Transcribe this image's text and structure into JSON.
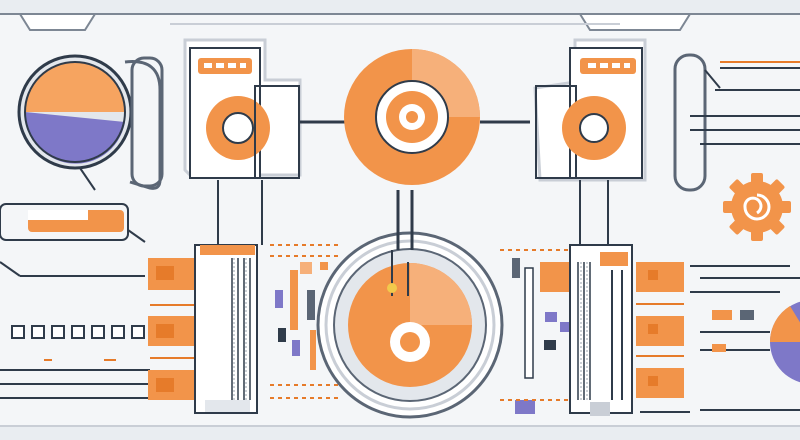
{
  "palette": {
    "background": "#f4f6f8",
    "panel": "#ffffff",
    "outline": "#2f3b4a",
    "line": "#5b6675",
    "orange": "#f2944a",
    "orange_dark": "#e67b2a",
    "orange_light": "#f6b07a",
    "purple": "#7e78c8",
    "grey": "#c9ced6",
    "grey_light": "#e3e7ec"
  },
  "illustration": {
    "kind": "flat-vector machinery illustration",
    "elements": [
      "top-rail",
      "pie-dial-left",
      "pie-dial-right",
      "disc-unit-left",
      "disc-unit-right",
      "central-disc-top",
      "central-platter",
      "gear-icon",
      "slider-panel",
      "radiator-columns",
      "orange-block-stacks",
      "checkbox-row",
      "text-lines"
    ]
  }
}
